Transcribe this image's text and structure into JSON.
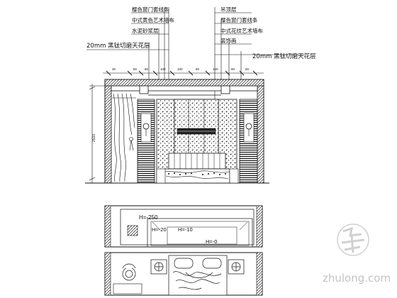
{
  "callouts_left": [
    "樱色窗门套线条",
    "中式黄色艺术墙布",
    "水泥砂浆层",
    "20mm 黑钛切磨天花层"
  ],
  "callouts_right": [
    "吊顶层",
    "樱色窗门套线条",
    "中式花纹艺术墙布",
    "装饰画",
    "20mm 黑钛切磨天花层"
  ],
  "height_label": "2510",
  "plan_levels": {
    "upper": "H=-250",
    "lower_left": "H=-20",
    "lower_right": "H=-10",
    "center": "H=-0"
  },
  "watermark": {
    "brand": "zhulong.com",
    "mark": "筑"
  }
}
